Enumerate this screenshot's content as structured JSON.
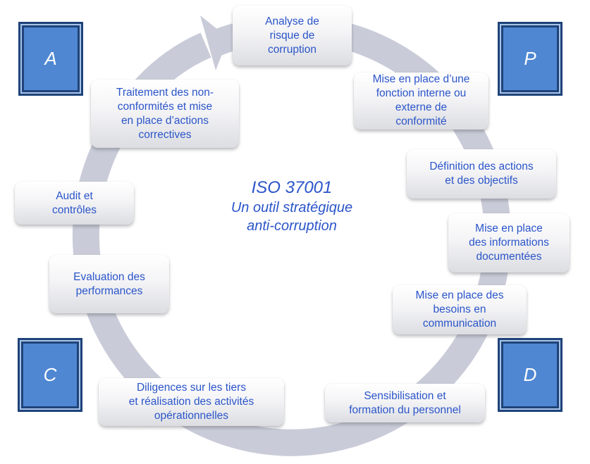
{
  "diagram": {
    "title": "ISO 37001",
    "subtitle_line1": "Un outil stratégique",
    "subtitle_line2": "anti-corruption",
    "colors": {
      "ring": "#c9ccd8",
      "text": "#2b55c9",
      "pdca_fill": "#4f87d2",
      "pdca_border": "#1f4379"
    },
    "pdca": {
      "plan": "P",
      "do": "D",
      "check": "C",
      "act": "A"
    },
    "steps": [
      {
        "id": "analyse",
        "label": "Analyse de\nrisque de\ncorruption"
      },
      {
        "id": "fonction",
        "label": "Mise en place d’une\nfonction interne ou\nexterne de\nconformité"
      },
      {
        "id": "definition",
        "label": "Définition des actions\net des objectifs"
      },
      {
        "id": "informations",
        "label": "Mise en   place\ndes informations\ndocumentées"
      },
      {
        "id": "communication",
        "label": "Mise en place des\nbesoins    en\ncommunication"
      },
      {
        "id": "sensibilisation",
        "label": "Sensibilisation et\nformation du personnel"
      },
      {
        "id": "diligences",
        "label": "Diligences sur les tiers\net réalisation des activités\nopérationnelles"
      },
      {
        "id": "evaluation",
        "label": "Evaluation des\nperformances"
      },
      {
        "id": "audit",
        "label": "Audit et\ncontrôles"
      },
      {
        "id": "traitement",
        "label": "Traitement des non-\nconformités et mise\nen place d’actions\ncorrectives"
      }
    ]
  }
}
